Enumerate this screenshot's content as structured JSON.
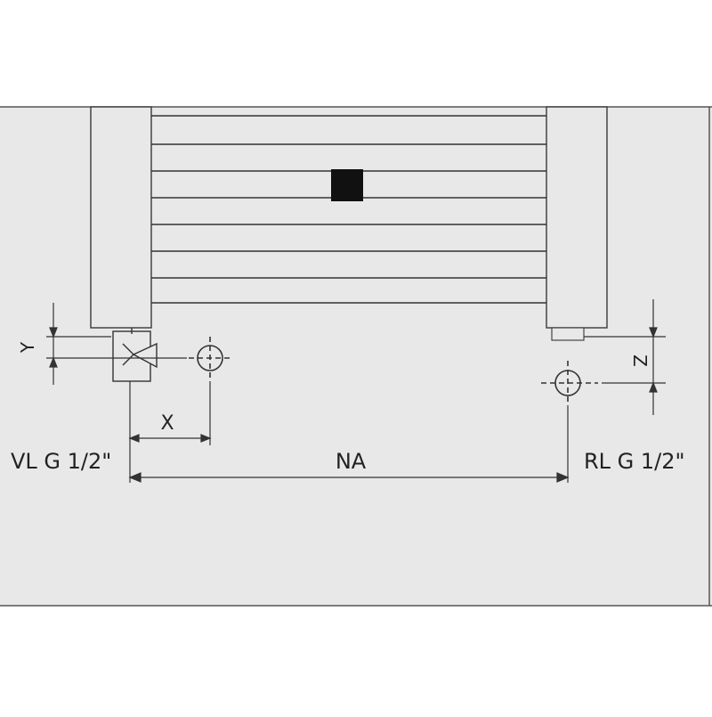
{
  "labels": {
    "y": "Y",
    "x": "X",
    "z": "Z",
    "na": "NA",
    "vl": "VL G 1/2\"",
    "rl": "RL G 1/2\""
  },
  "colors": {
    "frame": "#444444",
    "panel_fill": "#e8e8e8",
    "line": "#333333",
    "control_square": "#111111"
  },
  "icons": [
    "valve-icon",
    "pipe-connection-icon"
  ]
}
